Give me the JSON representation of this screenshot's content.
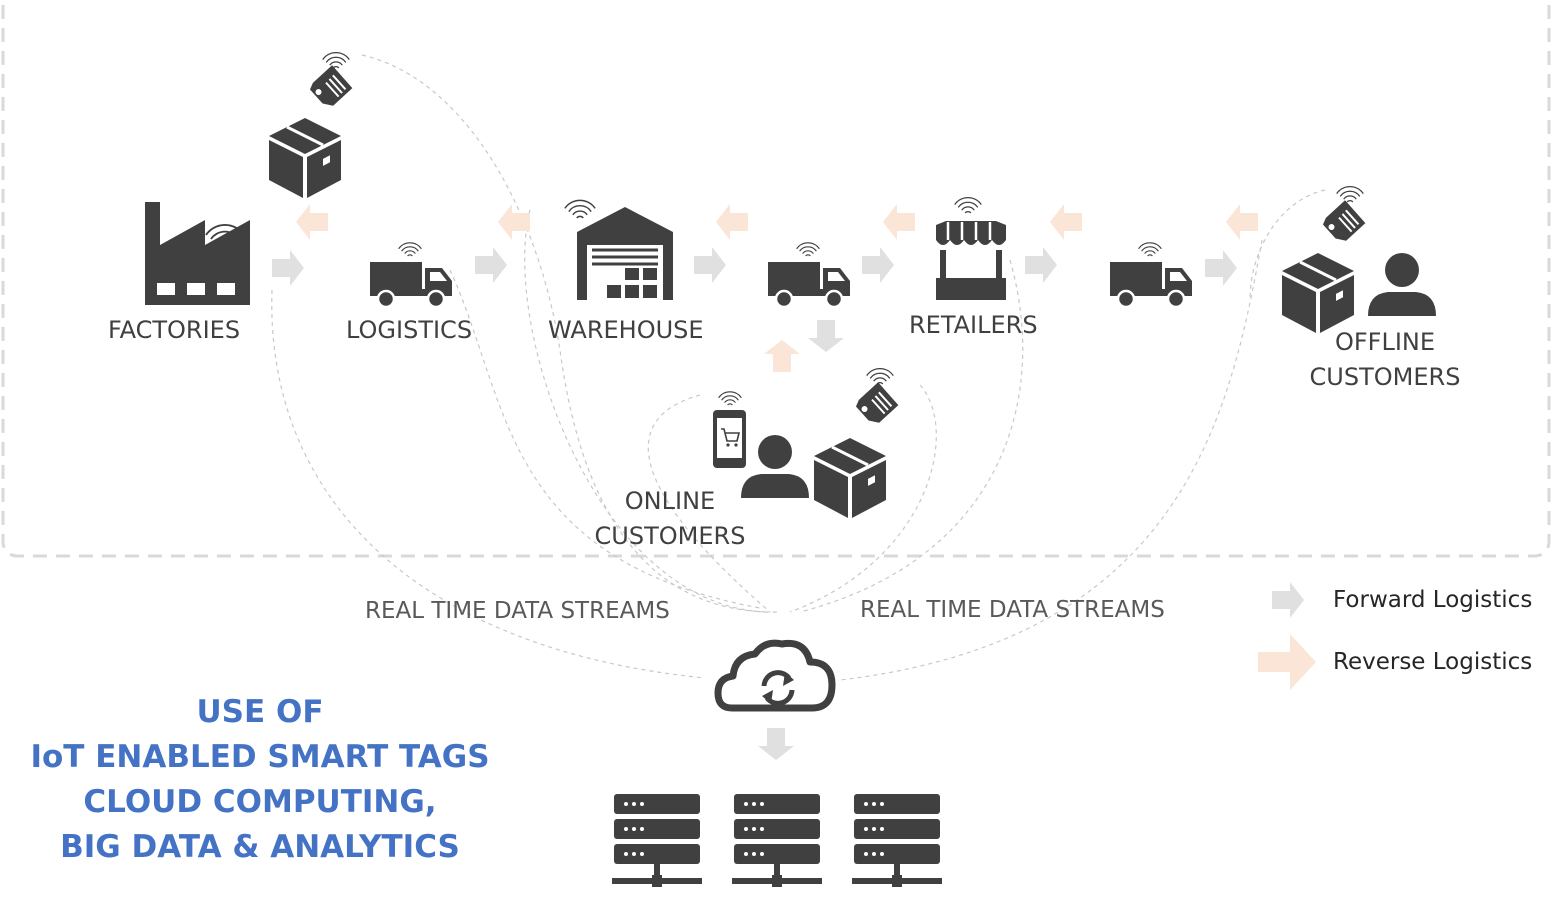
{
  "nodes": {
    "factories": "FACTORIES",
    "logistics": "LOGISTICS",
    "warehouse": "WAREHOUSE",
    "retailers": "RETAILERS",
    "offline_customers": [
      "OFFLINE",
      "CUSTOMERS"
    ],
    "online_customers": [
      "ONLINE",
      "CUSTOMERS"
    ]
  },
  "streams": {
    "left": "REAL TIME DATA STREAMS",
    "right": "REAL TIME DATA STREAMS"
  },
  "legend": {
    "forward": "Forward Logistics",
    "reverse": "Reverse Logistics"
  },
  "title_lines": [
    "USE OF",
    "IoT ENABLED SMART TAGS",
    "CLOUD COMPUTING,",
    "BIG DATA & ANALYTICS"
  ],
  "colors": {
    "icon": "#404040",
    "forward_arrow": "#e0e0e0",
    "reverse_arrow": "#fbe5d6",
    "title": "#4472c4",
    "dashed_border": "#d9d9d9",
    "stream_lines": "#c8c8c8"
  },
  "icons": [
    "factory-icon",
    "truck-icon",
    "warehouse-icon",
    "store-icon",
    "package-icon",
    "rfid-tag-icon",
    "wifi-icon",
    "person-icon",
    "mobile-cart-icon",
    "cloud-sync-icon",
    "server-icon"
  ]
}
